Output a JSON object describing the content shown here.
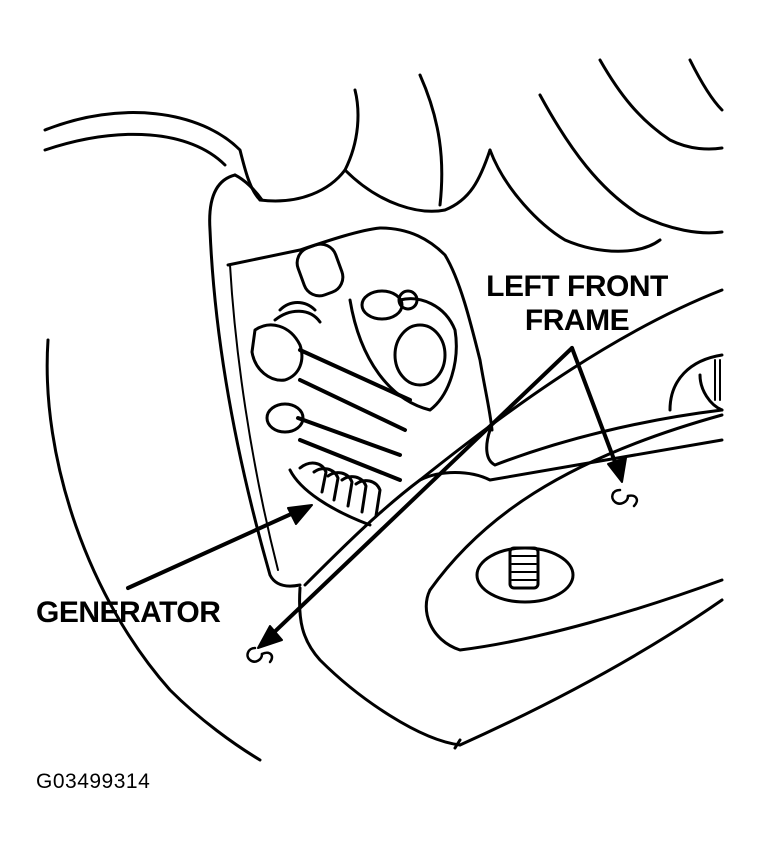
{
  "callouts": {
    "frame_line1": "LEFT FRONT",
    "frame_line2": "FRAME",
    "generator": "GENERATOR"
  },
  "figure_id": "G03499314",
  "colors": {
    "ink": "#000000",
    "paper": "#ffffff"
  }
}
